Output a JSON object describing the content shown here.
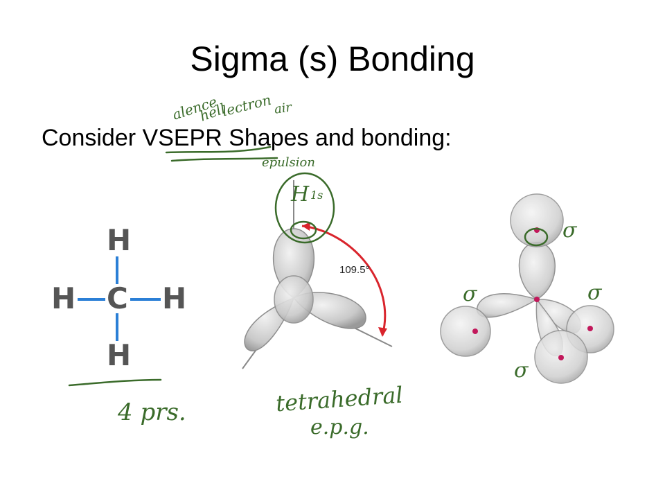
{
  "slide": {
    "title": "Sigma (s) Bonding",
    "subtitle": "Consider VSEPR Shapes and bonding:"
  },
  "lewis": {
    "center": "C",
    "top": "H",
    "left": "H",
    "right": "H",
    "bottom": "H",
    "bond_color": "#2b7fd6"
  },
  "tetrahedral": {
    "angle_label": "109.5°",
    "arrow_color": "#d9242c"
  },
  "annotations": {
    "ink_color": "#3a6b2a",
    "valence": "alence",
    "shell": "hell",
    "electron": "lectron",
    "pair": "air",
    "repulsion": "epulsion",
    "h_label": "H",
    "orbital_1s": "1s",
    "sigma_1": "σ",
    "sigma_2": "σ",
    "sigma_3": "σ",
    "sigma_4": "σ",
    "pairs": "4 prs.",
    "tetrahedral": "tetrahedral",
    "epg": "e.p.g."
  }
}
